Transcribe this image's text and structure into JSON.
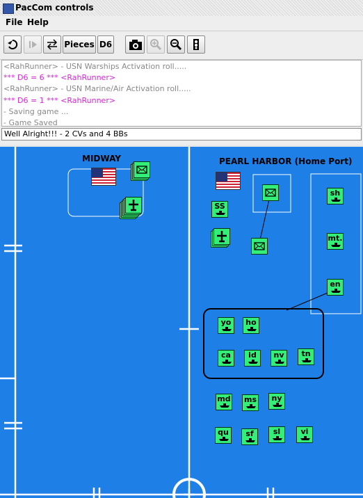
{
  "window": {
    "title": "PacCom controls"
  },
  "menu": {
    "file": "File",
    "help": "Help"
  },
  "toolbar": {
    "pieces_label": "Pieces",
    "d6_label": "D6"
  },
  "chat": {
    "lines": [
      {
        "text": "<RahRunner> - USN Warships Activation roll.....",
        "color": "#888888"
      },
      {
        "text": "*** D6 = 6 *** <RahRunner>",
        "color": "#dd22dd"
      },
      {
        "text": "<RahRunner> - USN Marine/Air Activation roll.....",
        "color": "#888888"
      },
      {
        "text": "*** D6 = 1 *** <RahRunner>",
        "color": "#dd22dd"
      },
      {
        "text": "- Saving game ...",
        "color": "#888888"
      },
      {
        "text": "- Game Saved",
        "color": "#888888"
      }
    ],
    "input_value": "Well Alright!!! - 2 CVs and 4 BBs"
  },
  "map": {
    "midway_label": "MIDWAY",
    "pearl_label": "PEARL HARBOR (Home Port)",
    "ship_pieces": [
      "sh",
      "mt.",
      "en",
      "yo",
      "ho",
      "ca",
      "id",
      "nv",
      "tn",
      "md",
      "ms",
      "ny",
      "qu",
      "sf",
      "sl",
      "vi"
    ],
    "sub_piece": "SS"
  }
}
